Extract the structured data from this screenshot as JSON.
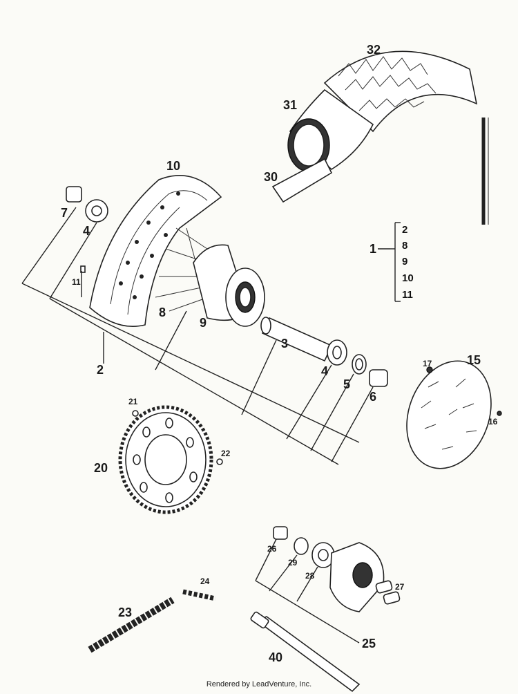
{
  "callouts": {
    "c1": "1",
    "c2": "2",
    "c3": "3",
    "c4a": "4",
    "c4b": "4",
    "c5": "5",
    "c6": "6",
    "c7": "7",
    "c8": "8",
    "c9": "9",
    "c10": "10",
    "c11": "11",
    "c15": "15",
    "c16": "16",
    "c17": "17",
    "c20": "20",
    "c21": "21",
    "c22": "22",
    "c23": "23",
    "c24": "24",
    "c25": "25",
    "c26": "26",
    "c27": "27",
    "c28": "28",
    "c29": "29",
    "c30": "30",
    "c31": "31",
    "c32": "32",
    "c40": "40"
  },
  "assembly_group": {
    "label": "1",
    "items": [
      "2",
      "8",
      "9",
      "10",
      "11"
    ]
  },
  "footer": "Rendered by LeadVenture, Inc."
}
